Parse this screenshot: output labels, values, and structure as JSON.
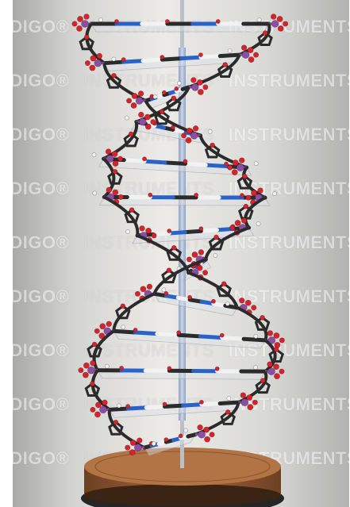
{
  "watermark": {
    "brand": "NDIGO",
    "registered": "®",
    "word": "INSTRUMENTS",
    "rows": 9
  },
  "colors": {
    "backdrop": "#dcdcda",
    "carbon": "#2b2b2b",
    "oxygen": "#d8232a",
    "nitrogen": "#2a63c8",
    "phosphorus": "#8a4fa3",
    "hydrogen": "#f2f2f2",
    "rod": "#9fb2d6",
    "base": "#8a5a34"
  },
  "model": {
    "strands": 2,
    "base_pair_levels": 12
  }
}
